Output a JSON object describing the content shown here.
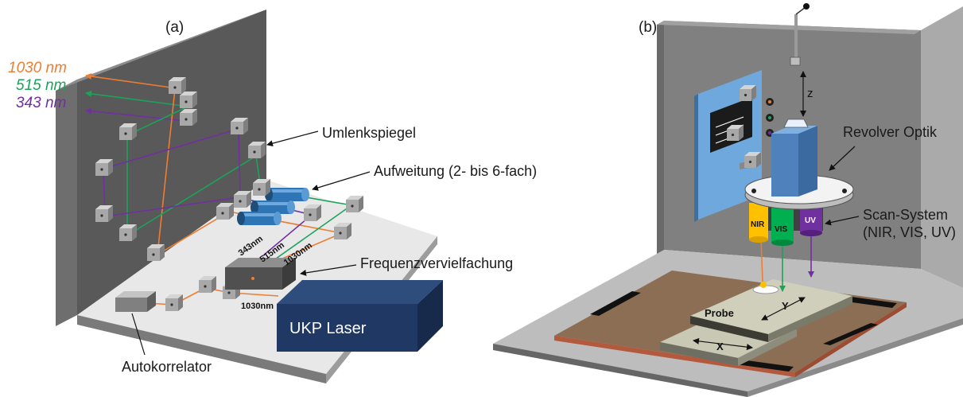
{
  "panels": {
    "a_label": "(a)",
    "b_label": "(b)"
  },
  "wavelengths": {
    "w1030": {
      "label": "1030 nm",
      "color": "#ee7d31"
    },
    "w515": {
      "label": "515 nm",
      "color": "#1ba35a"
    },
    "w343": {
      "label": "343 nm",
      "color": "#7030a0"
    }
  },
  "panel_a": {
    "umlenkspiegel": "Umlenkspiegel",
    "aufweitung": "Aufweitung (2- bis 6-fach)",
    "frequenz": "Frequenzvervielfachung",
    "autokorrelator": "Autokorrelator",
    "laser": "UKP Laser",
    "beam_343": "343nm",
    "beam_515": "515nm",
    "beam_1030": "1030nm",
    "beam_1030_laser": "1030nm"
  },
  "panel_b": {
    "revolver": "Revolver Optik",
    "scan_system": "Scan-System",
    "scan_types": "(NIR, VIS, UV)",
    "nir": "NIR",
    "vis": "VIS",
    "uv": "UV",
    "z": "z",
    "probe": "Probe",
    "y": "Y",
    "x": "X"
  },
  "colors": {
    "laser_box": "#1f3864",
    "objective_housing": "#4f81bd",
    "nir": "#ffc000",
    "vis": "#00b050",
    "uv": "#7030a0",
    "stage_plate": "#8c6e55"
  }
}
